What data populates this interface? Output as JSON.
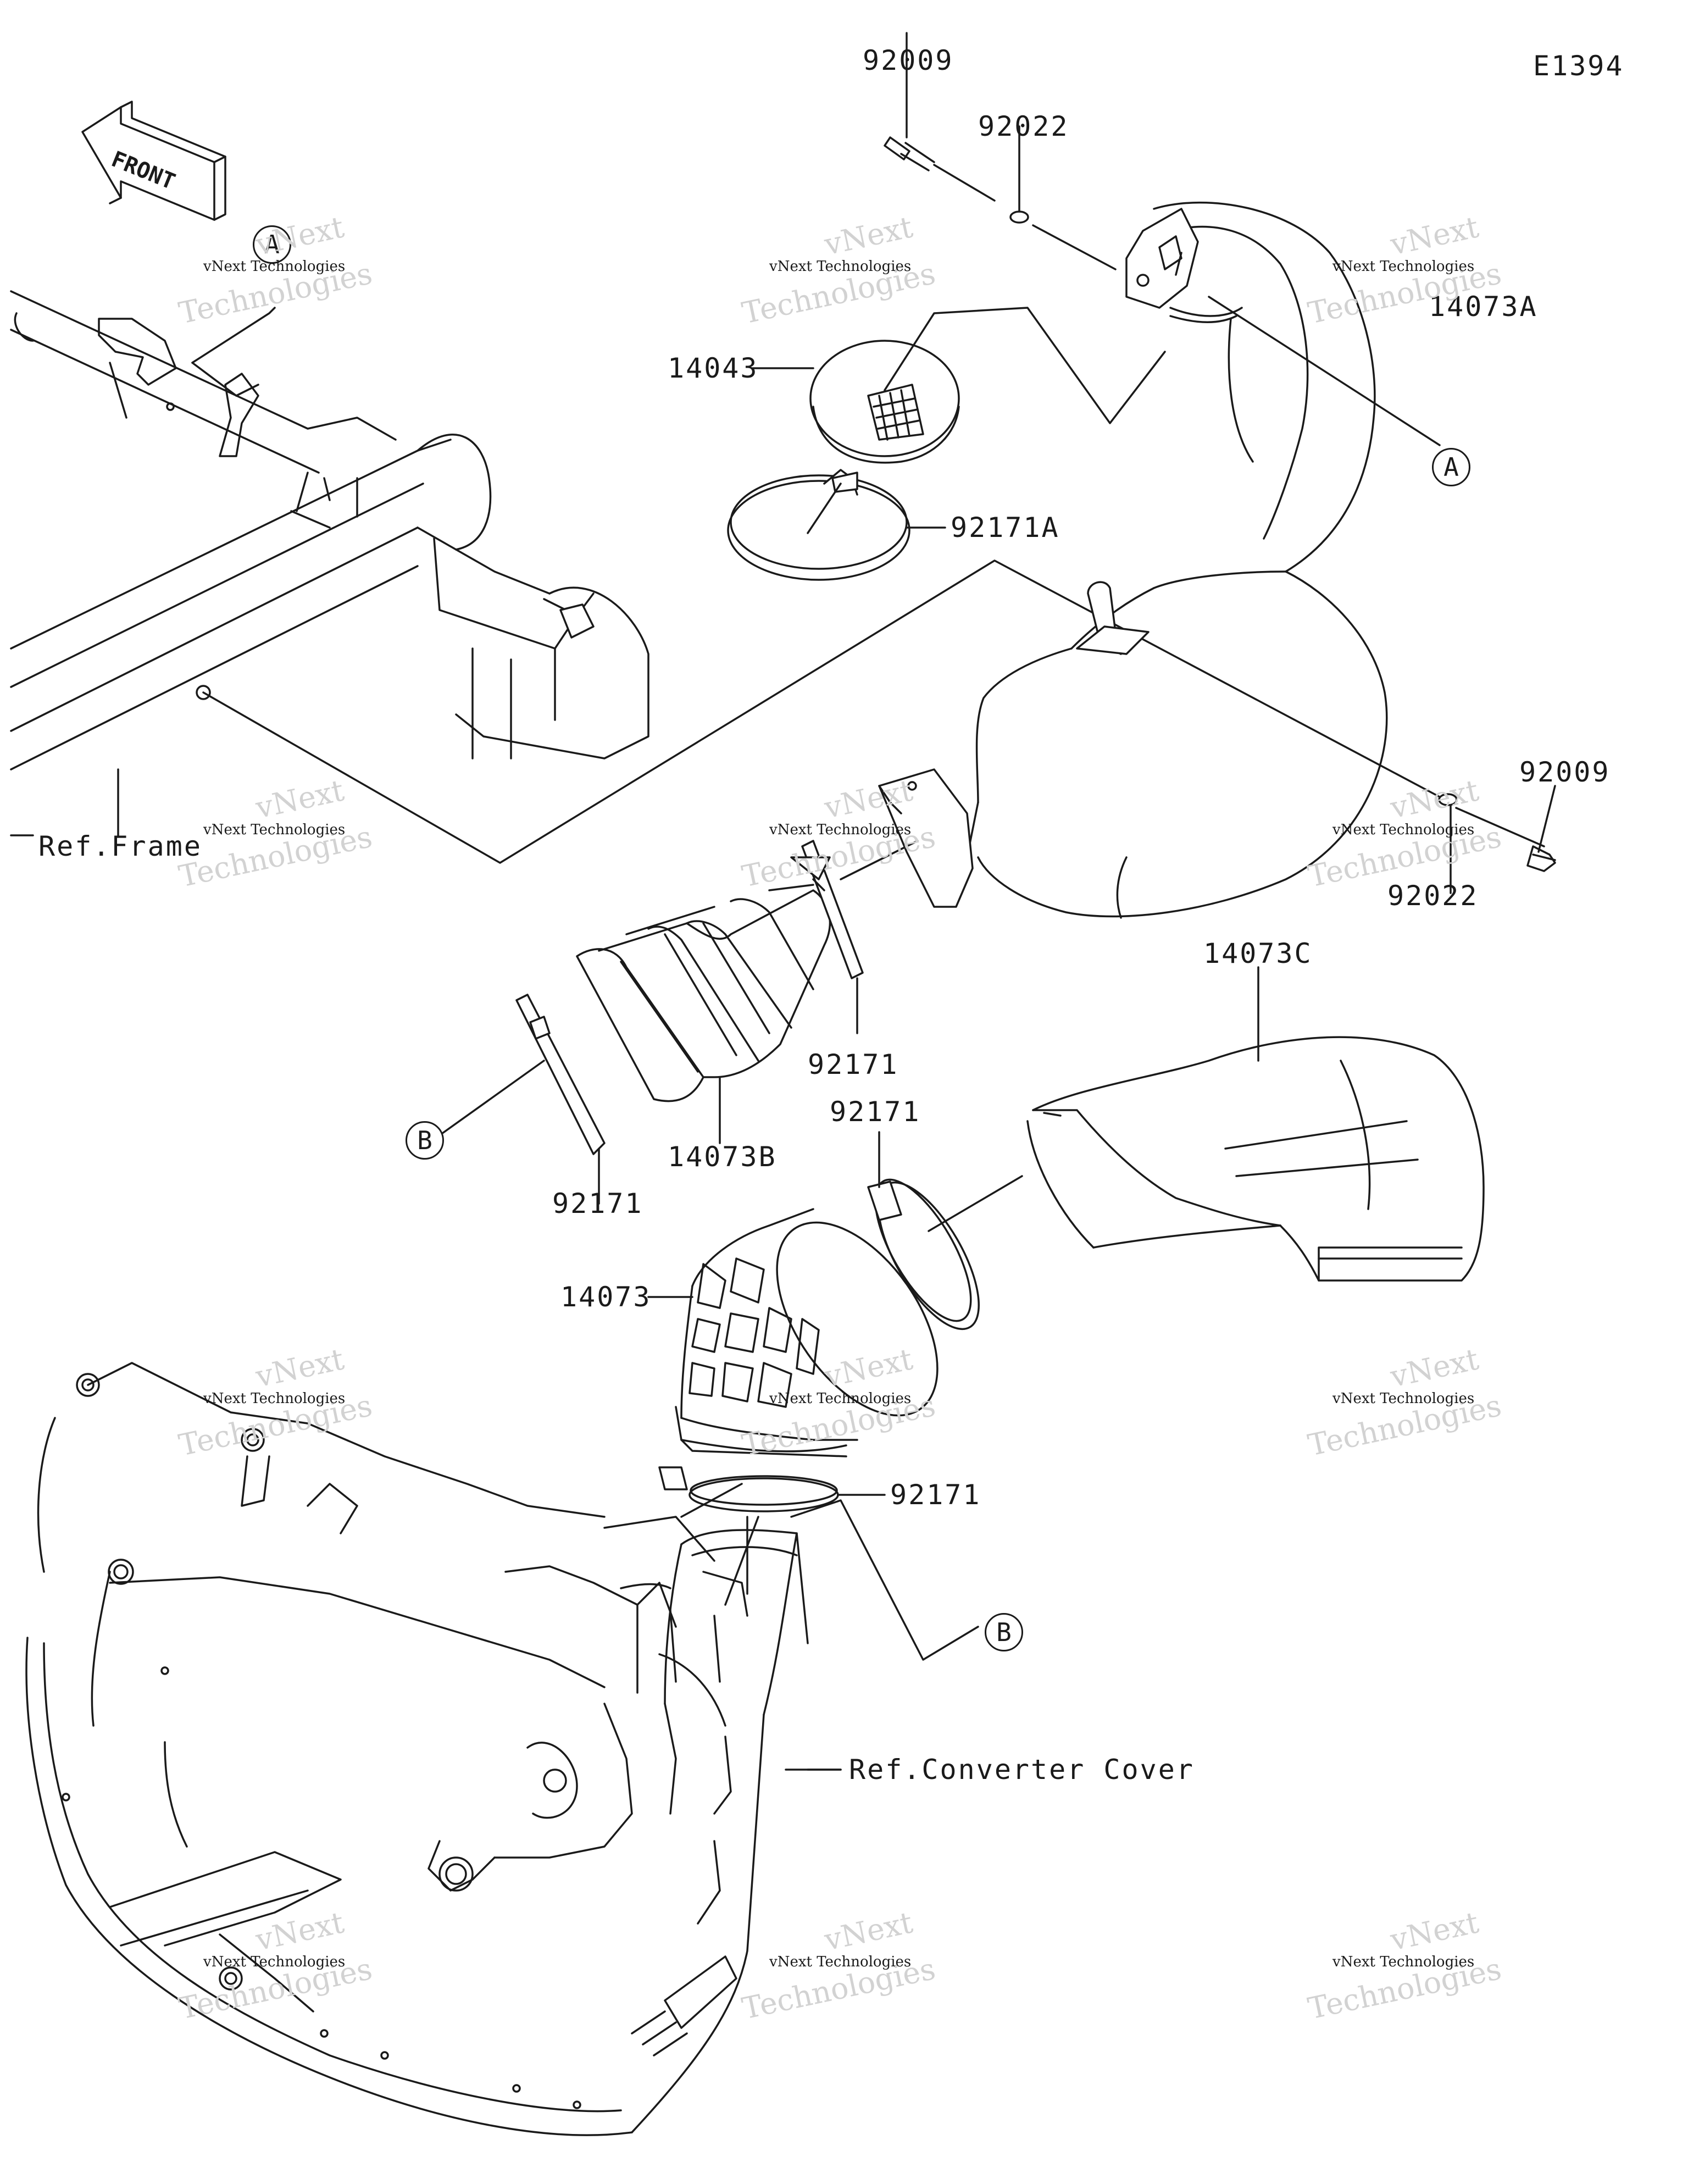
{
  "diagram_code": "E1394",
  "parts": {
    "p92009_top": "92009",
    "p92022_top": "92022",
    "p14043": "14043",
    "p92171A": "92171A",
    "p14073A": "14073A",
    "p92009_right": "92009",
    "p92022_right": "92022",
    "p14073C": "14073C",
    "p92171_upper": "92171",
    "p92171_mid": "92171",
    "p92171_left": "92171",
    "p14073B": "14073B",
    "p14073": "14073",
    "p92171_bottom": "92171"
  },
  "refs": {
    "frame": "Ref.Frame",
    "converter_cover": "Ref.Converter Cover"
  },
  "callouts": {
    "a_right": "A",
    "a_left": "A",
    "b_left": "B",
    "b_bottom": "B"
  },
  "direction": {
    "front": "FRONT"
  },
  "watermark": {
    "line1": "vNext Technologies",
    "line2": "Technologies",
    "line3": "vNext"
  }
}
